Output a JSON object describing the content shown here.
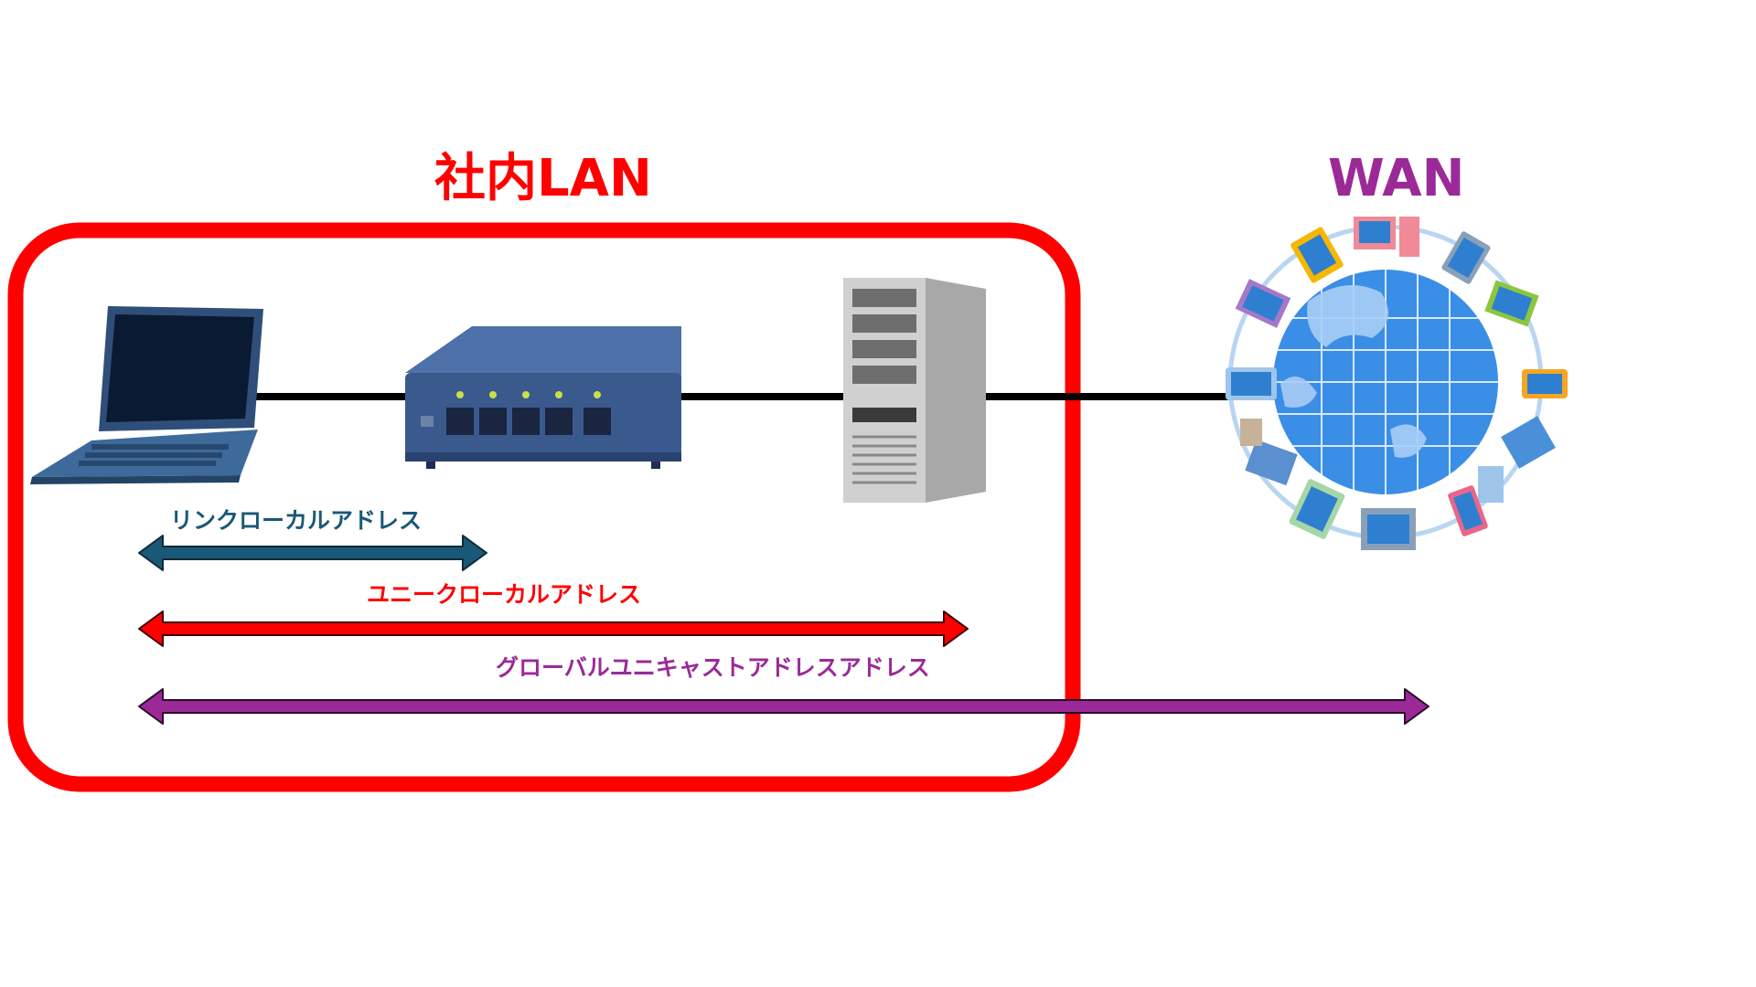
{
  "lan": {
    "title": "社内LAN",
    "color": "#ff0000"
  },
  "wan": {
    "title": "WAN",
    "color": "#9b2a98"
  },
  "devices": [
    {
      "name": "laptop-icon"
    },
    {
      "name": "network-switch-icon"
    },
    {
      "name": "server-tower-icon"
    },
    {
      "name": "globe-network-icon"
    }
  ],
  "scopes": [
    {
      "label": "リンクローカルアドレス",
      "color": "#1a5878"
    },
    {
      "label": "ユニークローカルアドレス",
      "color": "#ff0000"
    },
    {
      "label": "グローバルユニキャストアドレスアドレス",
      "color": "#9b2a98"
    }
  ],
  "colors": {
    "line": "#000000",
    "device_blue": "#3d5f93",
    "globe": "#3a8ee6"
  }
}
